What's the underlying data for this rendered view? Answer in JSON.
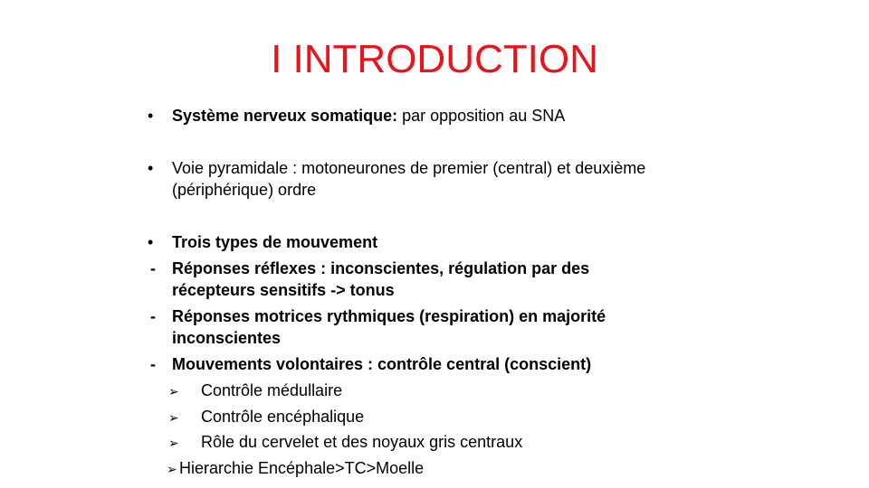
{
  "slide": {
    "title": "I INTRODUCTION",
    "title_color": "#e8141b",
    "bullet_marker": "•",
    "dash_marker": "-",
    "arrow_marker": "➢",
    "items": {
      "item1": {
        "bold": "Système nerveux somatique:",
        "rest": " par opposition au SNA"
      },
      "item2": {
        "line1": "Voie pyramidale : motoneurones  de premier (central) et deuxième",
        "line2": "(périphérique)  ordre"
      },
      "item3": {
        "bold": "Trois types de mouvement"
      },
      "dash1": {
        "line1": "Réponses réflexes : inconscientes, régulation par des",
        "line2": "récepteurs sensitifs -> tonus"
      },
      "dash2": {
        "line1": "Réponses motrices rythmiques (respiration) en majorité",
        "line2": "inconscientes"
      },
      "dash3": {
        "line1": "Mouvements volontaires : contrôle central (conscient)"
      },
      "sub1": "Contrôle médullaire",
      "sub2": "Contrôle encéphalique",
      "sub3": "Rôle du cervelet et des noyaux gris centraux",
      "sub4": "Hierarchie  Encéphale>TC>Moelle"
    }
  }
}
